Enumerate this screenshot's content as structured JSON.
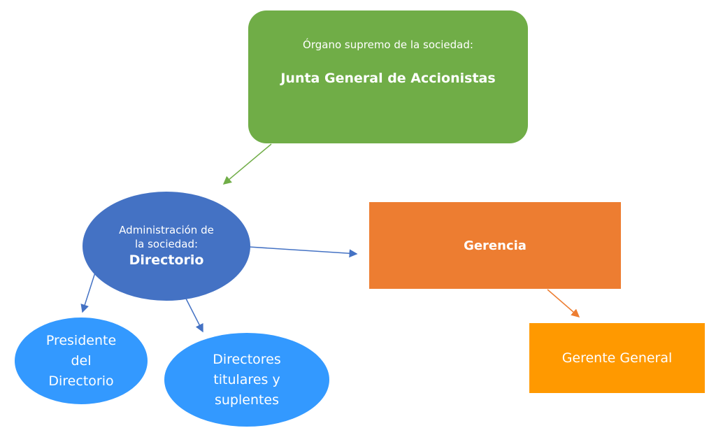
{
  "junta": {
    "subtitle": "Órgano supremo de la sociedad:",
    "title": "Junta General de Accionistas",
    "color": "#70AD47"
  },
  "directorio": {
    "subtitle_line1": "Administración de",
    "subtitle_line2": "la sociedad:",
    "title": "Directorio",
    "color": "#4472C4"
  },
  "gerencia": {
    "title": "Gerencia",
    "color": "#ED7D31"
  },
  "gerente": {
    "title": "Gerente General",
    "color": "#FF9900"
  },
  "presidente": {
    "line1": "Presidente",
    "line2": "del",
    "line3": "Directorio",
    "color": "#3399FF"
  },
  "directores": {
    "line1": "Directores",
    "line2": "titulares y",
    "line3": "suplentes",
    "color": "#3399FF"
  }
}
